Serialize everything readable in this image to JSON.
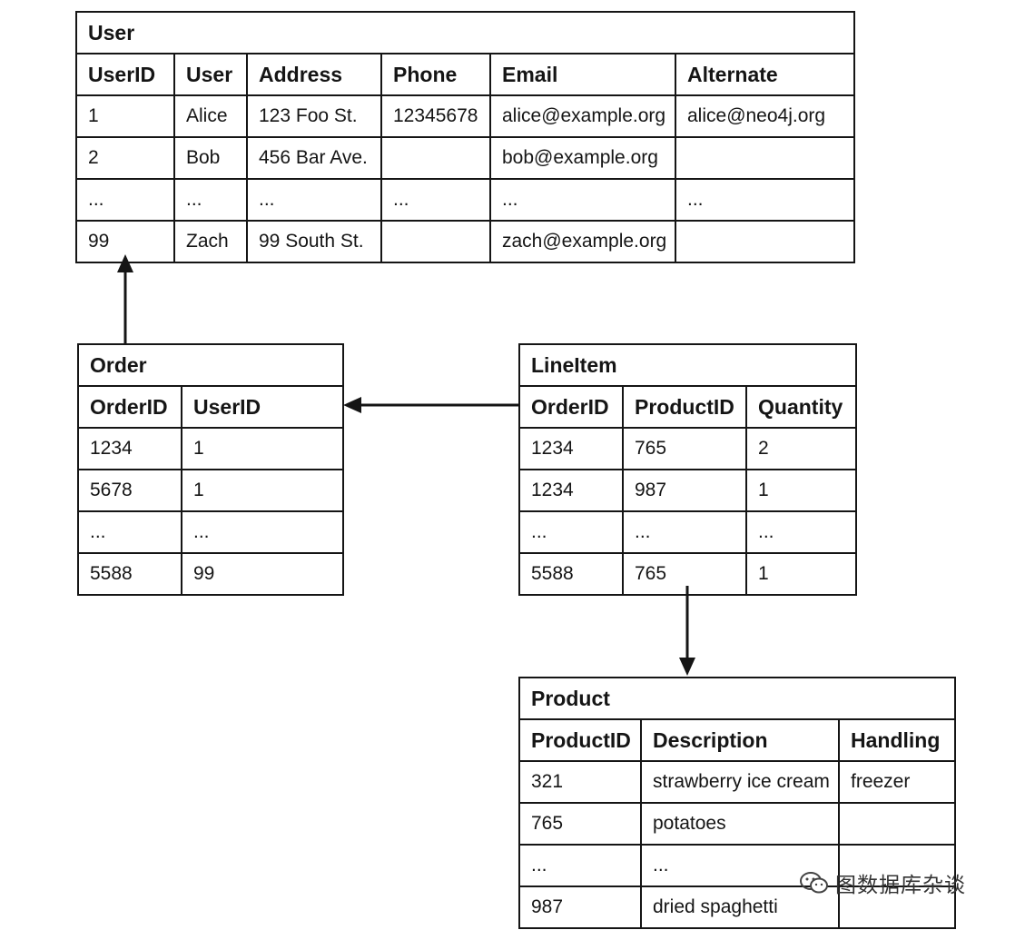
{
  "tables": {
    "user": {
      "title": "User",
      "columns": [
        "UserID",
        "User",
        "Address",
        "Phone",
        "Email",
        "Alternate"
      ],
      "rows": [
        [
          "1",
          "Alice",
          "123 Foo St.",
          "12345678",
          "alice@example.org",
          "alice@neo4j.org"
        ],
        [
          "2",
          "Bob",
          "456 Bar Ave.",
          "",
          "bob@example.org",
          ""
        ],
        [
          "...",
          "...",
          "...",
          "...",
          "...",
          "..."
        ],
        [
          "99",
          "Zach",
          "99 South St.",
          "",
          "zach@example.org",
          ""
        ]
      ]
    },
    "order": {
      "title": "Order",
      "columns": [
        "OrderID",
        "UserID"
      ],
      "rows": [
        [
          "1234",
          "1"
        ],
        [
          "5678",
          "1"
        ],
        [
          "...",
          "..."
        ],
        [
          "5588",
          "99"
        ]
      ]
    },
    "lineitem": {
      "title": "LineItem",
      "columns": [
        "OrderID",
        "ProductID",
        "Quantity"
      ],
      "rows": [
        [
          "1234",
          "765",
          "2"
        ],
        [
          "1234",
          "987",
          "1"
        ],
        [
          "...",
          "...",
          "..."
        ],
        [
          "5588",
          "765",
          "1"
        ]
      ]
    },
    "product": {
      "title": "Product",
      "columns": [
        "ProductID",
        "Description",
        "Handling"
      ],
      "rows": [
        [
          "321",
          "strawberry ice cream",
          "freezer"
        ],
        [
          "765",
          "potatoes",
          ""
        ],
        [
          "...",
          "...",
          ""
        ],
        [
          "987",
          "dried spaghetti",
          ""
        ]
      ]
    }
  },
  "watermark": {
    "text": "图数据库杂谈",
    "icon": "wechat-icon"
  },
  "colors": {
    "line": "#151515",
    "background": "#ffffff"
  }
}
